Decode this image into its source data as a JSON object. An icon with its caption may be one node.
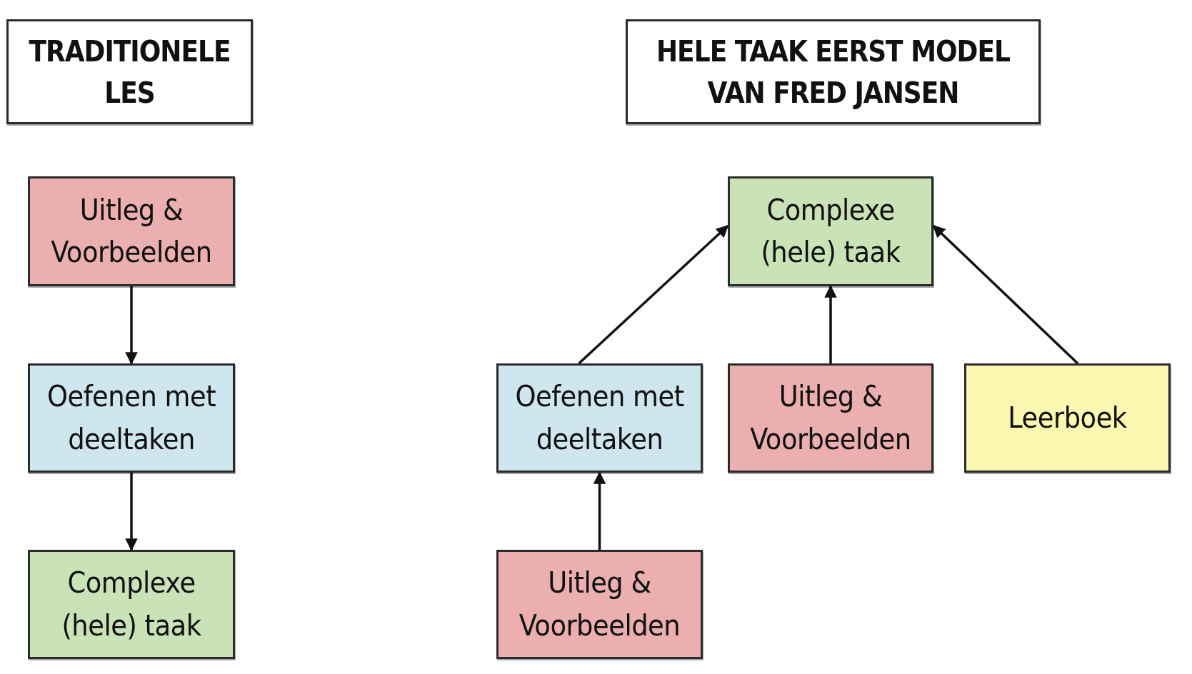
{
  "diagram": {
    "nodes": [
      {
        "text": [
          "TRADITIONELE LES"
        ]
      },
      {
        "text": [
          "Uitleg & Voorbeelden"
        ]
      },
      {
        "text": [
          "Oefenen met deeltaken"
        ]
      },
      {
        "text": [
          "Complexe (hele) taak"
        ]
      },
      {
        "text": [
          "HELE TAAK EERST MODEL VAN FRED JANSEN"
        ]
      },
      {
        "text": [
          "Complexe (hele) taak"
        ]
      },
      {
        "text": [
          "Oefenen met deeltaken"
        ]
      },
      {
        "text": [
          "Uitleg & Voorbeelden"
        ]
      },
      {
        "text": [
          "Leerboek"
        ]
      },
      {
        "text": [
          "Uitleg & Voorbeelden"
        ]
      }
    ],
    "edges": [
      {
        "from": 1,
        "to": 2,
        "arrow": "to"
      },
      {
        "from": 2,
        "to": 3,
        "arrow": "to"
      },
      {
        "from": 6,
        "to": 5,
        "arrow": "to"
      },
      {
        "from": 7,
        "to": 5,
        "arrow": "to"
      },
      {
        "from": 8,
        "to": 5,
        "arrow": "to"
      },
      {
        "from": 9,
        "to": 6,
        "arrow": "to"
      }
    ]
  }
}
